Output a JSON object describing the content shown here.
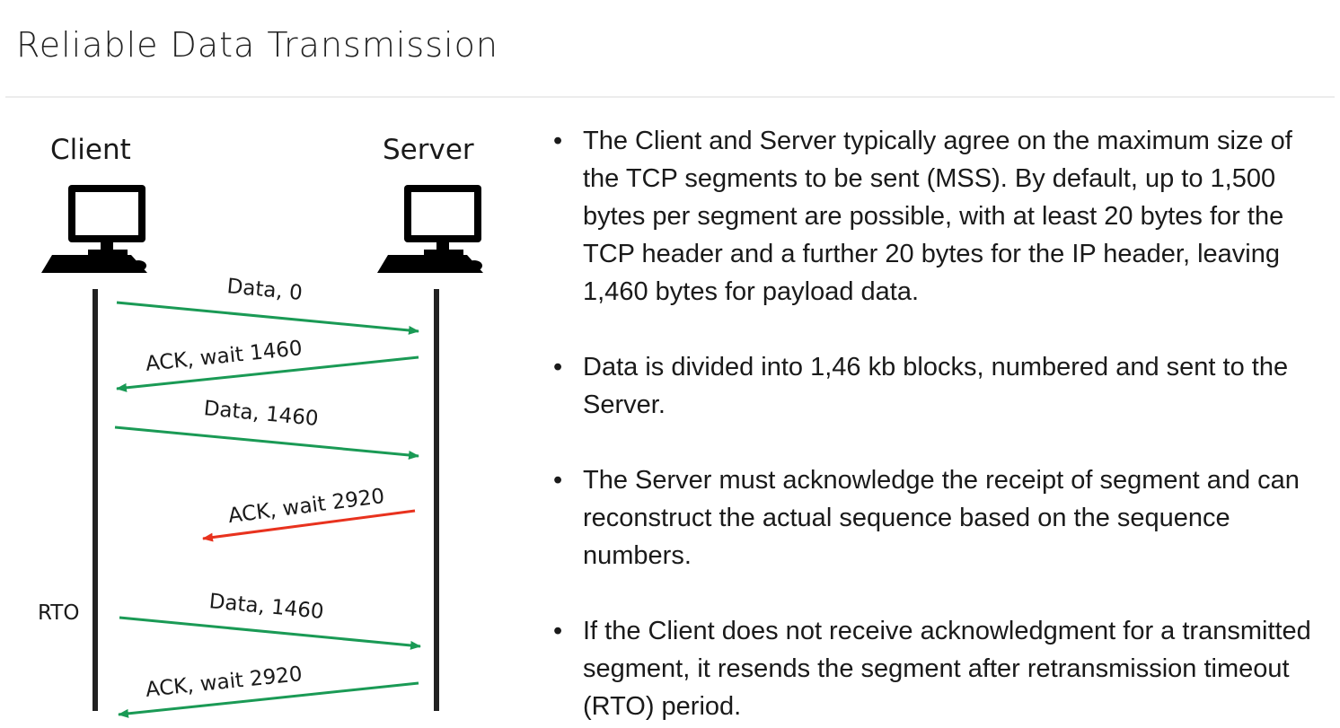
{
  "slide": {
    "title": "Reliable Data Transmission"
  },
  "diagram": {
    "client_label": "Client",
    "server_label": "Server",
    "rto_label": "RTO",
    "messages": [
      {
        "label": "Data, 0",
        "direction": "client-to-server",
        "color": "#1a9a55"
      },
      {
        "label": "ACK, wait 1460",
        "direction": "server-to-client",
        "color": "#1a9a55"
      },
      {
        "label": "Data, 1460",
        "direction": "client-to-server",
        "color": "#1a9a55"
      },
      {
        "label": "ACK, wait 2920",
        "direction": "server-to-client",
        "color": "#e8321e",
        "lost": true
      },
      {
        "label": "Data, 1460",
        "direction": "client-to-server",
        "color": "#1a9a55"
      },
      {
        "label": "ACK, wait 2920",
        "direction": "server-to-client",
        "color": "#1a9a55"
      }
    ],
    "icons": {
      "client": "computer-icon",
      "server": "computer-icon"
    }
  },
  "bullets": [
    "The Client and Server typically agree on the maximum size of the TCP segments to be sent (MSS). By default, up to 1,500 bytes per segment are possible, with at least 20 bytes for the TCP header and a further 20 bytes for the IP header, leaving 1,460 bytes for payload data.",
    "Data is divided into 1,46 kb blocks, numbered and sent to the Server.",
    "The Server must acknowledge the receipt of segment and can reconstruct the actual sequence based on the sequence numbers.",
    "If the Client does not receive acknowledgment for a transmitted segment, it resends the segment after retransmission timeout (RTO) period."
  ]
}
